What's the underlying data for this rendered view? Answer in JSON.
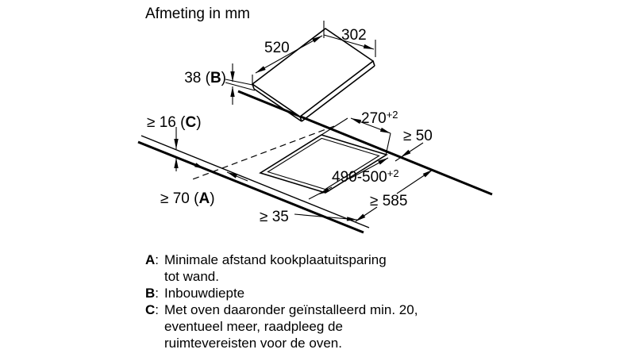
{
  "title": "Afmeting in mm",
  "units": "mm",
  "diagram": {
    "hob_width": "302",
    "hob_depth": "520",
    "builtin_depth": {
      "pre": "38 (",
      "ref": "B",
      "post": ")"
    },
    "worktop_thickness": {
      "pre": "≥ 16 (",
      "ref": "C",
      "post": ")"
    },
    "cutout_width": {
      "value": "270",
      "tol": "+2"
    },
    "rear_clearance": "≥ 50",
    "cutout_depth": {
      "value": "490-500",
      "tol": "+2"
    },
    "worktop_depth": "≥ 585",
    "side_clearance": {
      "pre": "≥ 70 (",
      "ref": "A",
      "post": ")"
    },
    "front_clearance": "≥ 35"
  },
  "legend": {
    "items": [
      {
        "key": "A",
        "sep": ":",
        "lines": [
          "Minimale afstand kookplaatuitsparing",
          "tot wand."
        ]
      },
      {
        "key": "B",
        "sep": ":",
        "lines": [
          "Inbouwdiepte"
        ]
      },
      {
        "key": "C",
        "sep": ":",
        "lines": [
          "Met oven daaronder geïnstalleerd min. 20,",
          "eventueel meer, raadpleeg de",
          "ruimtevereisten voor de oven."
        ]
      }
    ]
  }
}
